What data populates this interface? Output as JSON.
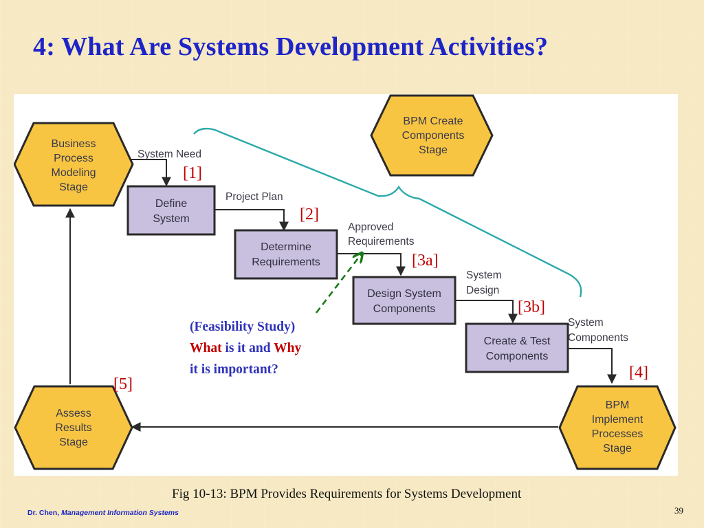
{
  "slide": {
    "title": "4: What Are Systems Development Activities?",
    "caption": "Fig 10-13:  BPM Provides Requirements for Systems Development",
    "footer_author": "Dr. Chen, ",
    "footer_course": "Management Information Systems",
    "page_number": "39"
  },
  "diagram": {
    "hexagons": {
      "business_process": [
        "Business",
        "Process",
        "Modeling",
        "Stage"
      ],
      "bpm_create": [
        "BPM Create",
        "Components",
        "Stage"
      ],
      "assess_results": [
        "Assess",
        "Results",
        "Stage"
      ],
      "bpm_implement": [
        "BPM",
        "Implement",
        "Processes",
        "Stage"
      ]
    },
    "boxes": {
      "define_system": [
        "Define",
        "System"
      ],
      "determine_requirements": [
        "Determine",
        "Requirements"
      ],
      "design_system_components": [
        "Design System",
        "Components"
      ],
      "create_test_components": [
        "Create & Test",
        "Components"
      ]
    },
    "flows": {
      "system_need": "System Need",
      "project_plan": "Project Plan",
      "approved_requirements": [
        "Approved",
        "Requirements"
      ],
      "system_design": [
        "System",
        "Design"
      ],
      "system_components": [
        "System",
        "Components"
      ]
    },
    "refs": {
      "r1": "[1]",
      "r2": "[2]",
      "r3a": "[3a]",
      "r3b": "[3b]",
      "r4": "[4]",
      "r5": "[5]"
    },
    "note": {
      "line1": "(Feasibility Study)",
      "line2_what": "What",
      "line2_mid": " is it and ",
      "line2_why": "Why",
      "line3": "it is important?"
    },
    "colors": {
      "hexagon_fill": "#f8c542",
      "box_fill": "#c9bfdf",
      "bracket": "#2aa9a9",
      "reference": "#c00000",
      "note_blue": "#3033b8",
      "note_dashed_arrow": "#1a7a1a",
      "title": "#1d24c8"
    }
  }
}
